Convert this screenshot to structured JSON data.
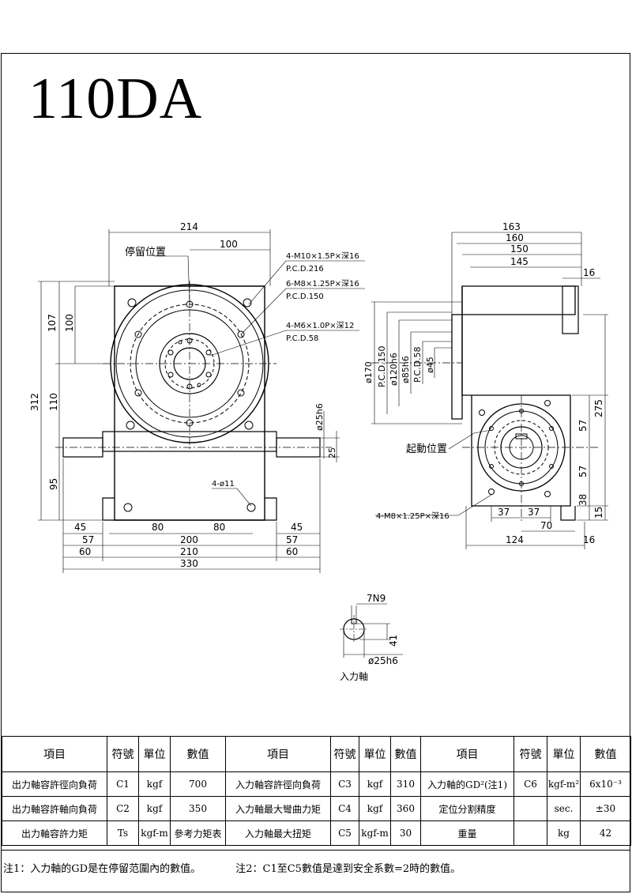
{
  "title": "110DA",
  "front_view": {
    "dims": {
      "w214": "214",
      "w100": "100",
      "h107": "107",
      "h100": "100",
      "h312": "312",
      "h110": "110",
      "h95": "95",
      "w45a": "45",
      "w57a": "57",
      "w60a": "60",
      "w80a": "80",
      "w80b": "80",
      "w200": "200",
      "w210": "210",
      "w330": "330",
      "w45b": "45",
      "w57b": "57",
      "w60b": "60",
      "shaft_dia": "ø25h6",
      "shaft_h": "25"
    },
    "labels": {
      "stop_position": "停留位置",
      "holes_1": "4-M10×1.5P×深16",
      "pcd_1": "P.C.D.216",
      "holes_2": "6-M8×1.25P×深16",
      "pcd_2": "P.C.D.150",
      "holes_3": "4-M6×1.0P×深12",
      "pcd_3": "P.C.D.58",
      "base_holes": "4-ø11"
    }
  },
  "side_view": {
    "dims": {
      "w163": "163",
      "w160": "160",
      "w150": "150",
      "w145": "145",
      "w16a": "16",
      "d170": "ø170",
      "pcd150": "P.C.D.150",
      "d120": "ø120h6",
      "d85": "ø85h6",
      "pcd58": "P.C.D.58",
      "d45": "ø45",
      "h275": "275",
      "h57a": "57",
      "h57b": "57",
      "h38": "38",
      "h15": "15",
      "w37a": "37",
      "w37b": "37",
      "w70": "70",
      "w124": "124",
      "w16b": "16"
    },
    "labels": {
      "start_position": "起動位置",
      "base_holes": "4-M8×1.25P×深16"
    }
  },
  "input_shaft": {
    "key": "7N9",
    "h41": "41",
    "dia": "ø25h6",
    "caption": "入力軸"
  },
  "table": {
    "headers": [
      "項目",
      "符號",
      "單位",
      "數值",
      "項目",
      "符號",
      "單位",
      "數值",
      "項目",
      "符號",
      "單位",
      "數值"
    ],
    "rows": [
      [
        "出力軸容許徑向負荷",
        "C1",
        "kgf",
        "700",
        "入力軸容許徑向負荷",
        "C3",
        "kgf",
        "310",
        "入力軸的GD²(注1)",
        "C6",
        "kgf-m²",
        "6x10⁻³"
      ],
      [
        "出力軸容許軸向負荷",
        "C2",
        "kgf",
        "350",
        "入力軸最大彎曲力矩",
        "C4",
        "kgf",
        "360",
        "定位分割精度",
        "",
        "sec.",
        "±30"
      ],
      [
        "出力軸容許力矩",
        "Ts",
        "kgf-m",
        "參考力矩表",
        "入力軸最大扭矩",
        "C5",
        "kgf-m",
        "30",
        "重量",
        "",
        "kg",
        "42"
      ]
    ]
  },
  "notes": {
    "note1": "注1：入力軸的GD是在停留范圍內的數值。",
    "note2": "注2：C1至C5數值是達到安全系數=2時的數值。"
  }
}
